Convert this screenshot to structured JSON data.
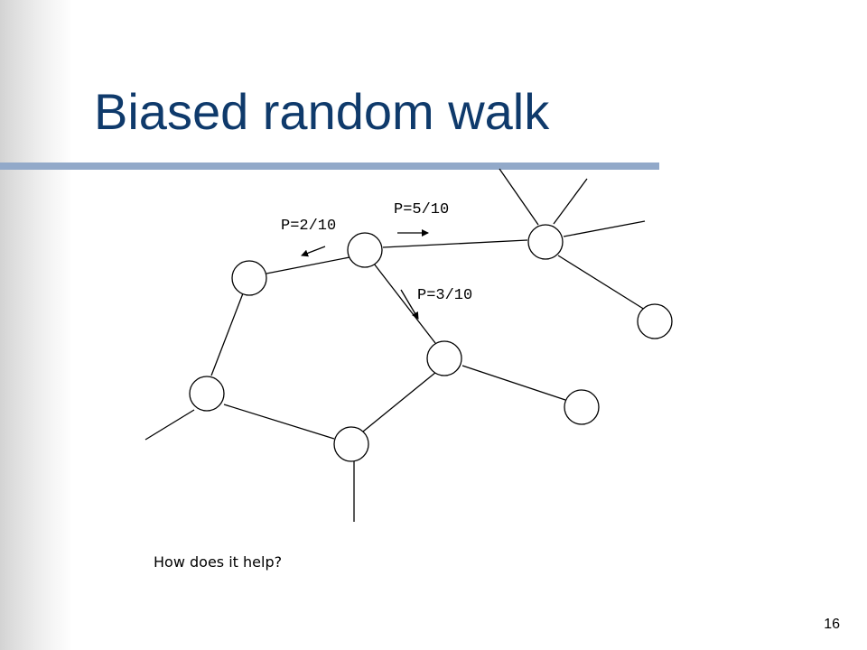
{
  "slide": {
    "title": "Biased random walk",
    "caption": "How does it help?",
    "page_number": "16"
  },
  "transitions": [
    {
      "id": "left",
      "label": "P=2/10"
    },
    {
      "id": "right",
      "label": "P=5/10"
    },
    {
      "id": "down",
      "label": "P=3/10"
    }
  ],
  "colors": {
    "title": "#0f3a6b",
    "title_rule": "#92a9c9"
  }
}
